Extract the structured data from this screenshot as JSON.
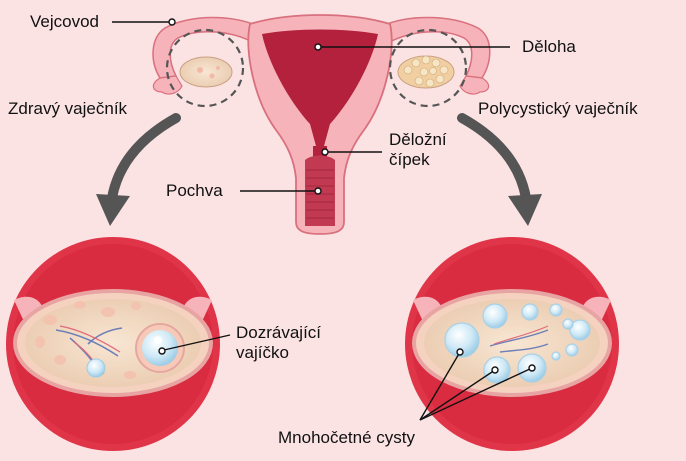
{
  "labels": {
    "fallopian_tube": "Vejcovod",
    "uterus": "Děloha",
    "healthy_ovary": "Zdravý vaječník",
    "polycystic_ovary": "Polycystický vaječník",
    "cervix_line1": "Děložní",
    "cervix_line2": "čípek",
    "vagina": "Pochva",
    "maturing_egg_line1": "Dozrávající",
    "maturing_egg_line2": "vajíčko",
    "multiple_cysts": "Mnohočetné cysty"
  },
  "colors": {
    "background": "#fbe3e4",
    "tissue_light": "#f6b3b9",
    "uterus_inner": "#b3213c",
    "circle_ring": "#e03548",
    "ovary_fill": "#f4dcc6",
    "cyst": "#c8e6f4",
    "arrow": "#555555"
  }
}
